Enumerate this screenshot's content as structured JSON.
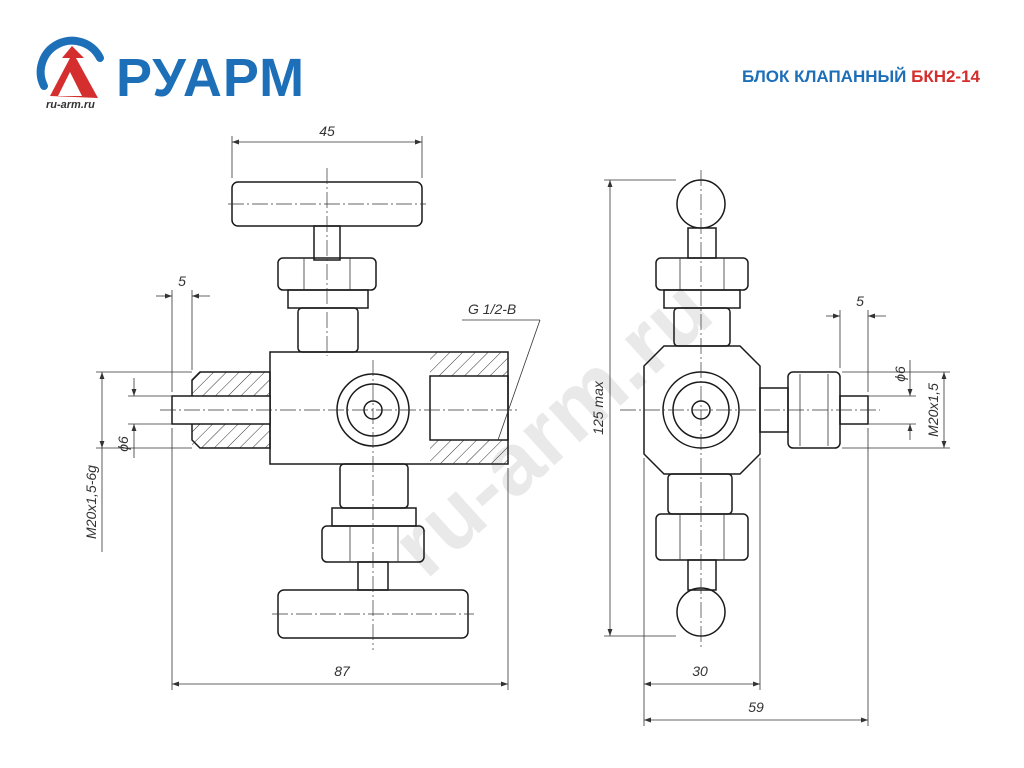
{
  "header": {
    "brand_name": "РУАРМ",
    "site": "ru-arm.ru",
    "title_prefix": "БЛОК КЛАПАННЫЙ ",
    "title_code": "БКН2-14",
    "watermark": "ru-arm.ru"
  },
  "colors": {
    "brand_blue": "#1d6fb8",
    "brand_red": "#d42e2e",
    "line": "#1a1a1a"
  },
  "front_view": {
    "dim_width_top": "45",
    "dim_thread_width": "5",
    "dim_pipe_thread": "G 1/2-B",
    "dim_bore": "ϕ6",
    "dim_connection": "M20x1,5-6g",
    "dim_overall_width": "87"
  },
  "side_view": {
    "dim_height": "125 max",
    "dim_thread_width": "5",
    "dim_bore": "ϕ6",
    "dim_connection": "M20x1,5",
    "dim_body_width": "30",
    "dim_overall_width": "59"
  }
}
